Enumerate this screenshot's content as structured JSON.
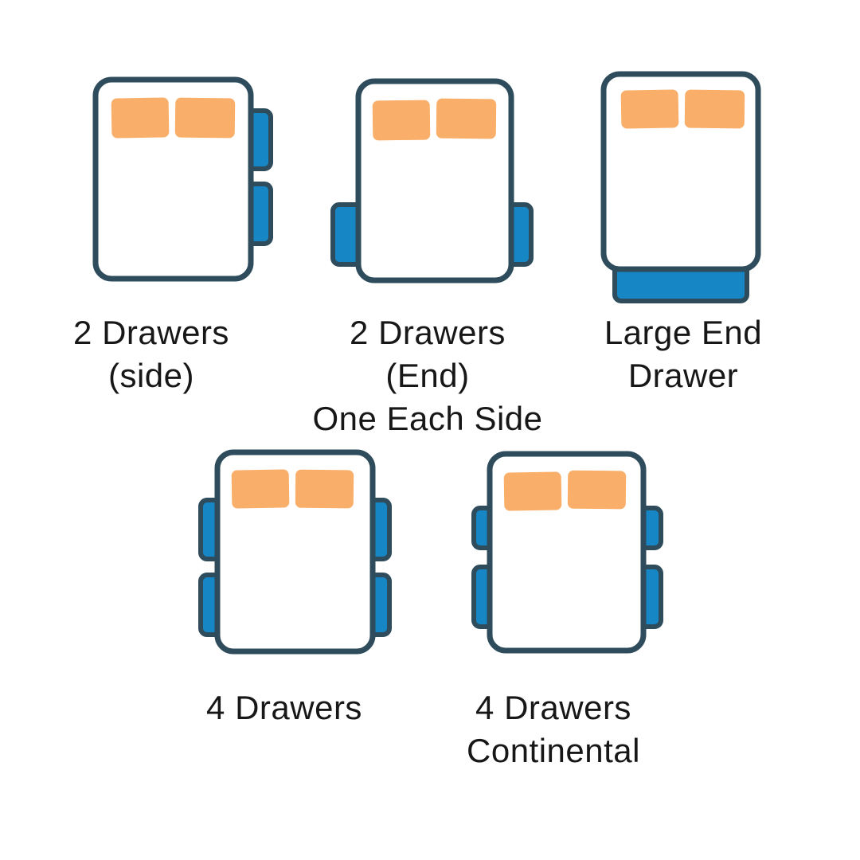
{
  "page": {
    "background": "#ffffff",
    "description": "Bed storage options diagram showing five ottoman/divan drawer configurations"
  },
  "palette": {
    "page_bg": "#ffffff",
    "bed_outline": "#2E4C5B",
    "bed_fill": "#ffffff",
    "drawer_fill": "#1786C4",
    "pillow_fill": "#F9AF6A",
    "label_color": "#171717"
  },
  "figures": [
    {
      "id": "2-drawers-side",
      "label_lines": [
        "2 Drawers",
        "(side)"
      ],
      "drawers": {
        "count": 2,
        "placement": "right side, stacked"
      }
    },
    {
      "id": "2-drawers-end-one-each-side",
      "label_lines": [
        "2 Drawers (End)",
        "One Each Side"
      ],
      "drawers": {
        "count": 2,
        "placement": "one each side at foot end"
      }
    },
    {
      "id": "large-end-drawer",
      "label_lines": [
        "Large End",
        "Drawer"
      ],
      "drawers": {
        "count": 1,
        "placement": "full-width drawer at foot end"
      }
    },
    {
      "id": "4-drawers",
      "label_lines": [
        "4 Drawers"
      ],
      "drawers": {
        "count": 4,
        "placement": "two each side, equal size"
      }
    },
    {
      "id": "4-drawers-continental",
      "label_lines": [
        "4 Drawers",
        "Continental"
      ],
      "drawers": {
        "count": 4,
        "placement": "two each side, short drawers at head end"
      }
    }
  ]
}
